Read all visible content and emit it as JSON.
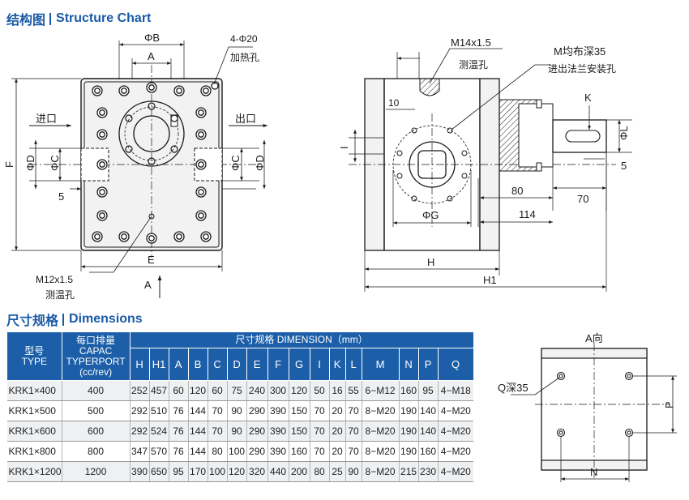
{
  "section1": {
    "title_cn": "结构图",
    "title_en": "Structure Chart"
  },
  "section2": {
    "title_cn": "尺寸规格",
    "title_en": "Dimensions"
  },
  "front_view": {
    "label_phiB": "ΦB",
    "label_A": "A",
    "label_4phi20": "4-Φ20",
    "label_heating_hole": "加热孔",
    "label_inlet": "进口",
    "label_outlet": "出口",
    "label_F": "F",
    "label_phiD_left": "ΦD",
    "label_phiC_left": "ΦC",
    "label_phiC_right": "ΦC",
    "label_phiD_right": "ΦD",
    "label_5": "5",
    "label_E": "E",
    "label_M12": "M12x1.5",
    "label_temp_hole": "测温孔",
    "label_A_arrow": "A"
  },
  "side_view": {
    "label_M14": "M14x1.5",
    "label_temp_hole": "测温孔",
    "label_M_even": "M均布深35",
    "label_flange_hole": "进出法兰安装孔",
    "label_10": "10",
    "label_I": "I",
    "label_K": "K",
    "label_phiL": "ΦL",
    "label_5": "5",
    "label_80": "80",
    "label_70": "70",
    "label_114": "114",
    "label_phiG": "ΦG",
    "label_H": "H",
    "label_H1": "H1"
  },
  "a_view": {
    "label_title": "A向",
    "label_Q": "Q深35",
    "label_P": "P",
    "label_N": "N"
  },
  "table": {
    "h_type_cn": "型号",
    "h_type_en": "TYPE",
    "h_cap_1": "每口排量",
    "h_cap_2": "CAPAC",
    "h_cap_3": "TYPERPORT",
    "h_cap_4": "(cc/rev)",
    "h_dim": "尺寸规格 DIMENSION（mm）",
    "columns": [
      "H",
      "H1",
      "A",
      "B",
      "C",
      "D",
      "E",
      "F",
      "G",
      "I",
      "K",
      "L",
      "M",
      "N",
      "P",
      "Q"
    ],
    "rows": [
      {
        "type": "KRK1×400",
        "cap": "400",
        "vals": [
          "252",
          "457",
          "60",
          "120",
          "60",
          "75",
          "240",
          "300",
          "120",
          "50",
          "16",
          "55",
          "6−M12",
          "160",
          "95",
          "4−M18"
        ]
      },
      {
        "type": "KRK1×500",
        "cap": "500",
        "vals": [
          "292",
          "510",
          "76",
          "144",
          "70",
          "90",
          "290",
          "390",
          "150",
          "70",
          "20",
          "70",
          "8−M20",
          "190",
          "140",
          "4−M20"
        ]
      },
      {
        "type": "KRK1×600",
        "cap": "600",
        "vals": [
          "292",
          "524",
          "76",
          "144",
          "70",
          "90",
          "290",
          "390",
          "150",
          "70",
          "20",
          "70",
          "8−M20",
          "190",
          "140",
          "4−M20"
        ]
      },
      {
        "type": "KRK1×800",
        "cap": "800",
        "vals": [
          "347",
          "570",
          "76",
          "144",
          "80",
          "100",
          "290",
          "390",
          "160",
          "70",
          "20",
          "70",
          "8−M20",
          "190",
          "160",
          "4−M20"
        ]
      },
      {
        "type": "KRK1×1200",
        "cap": "1200",
        "vals": [
          "390",
          "650",
          "95",
          "170",
          "100",
          "120",
          "320",
          "440",
          "200",
          "80",
          "25",
          "90",
          "8−M20",
          "215",
          "230",
          "4−M20"
        ]
      }
    ]
  },
  "colors": {
    "accent": "#1b5aa6",
    "header_bg": "#1c5fa8",
    "line": "#1a1a1a"
  }
}
